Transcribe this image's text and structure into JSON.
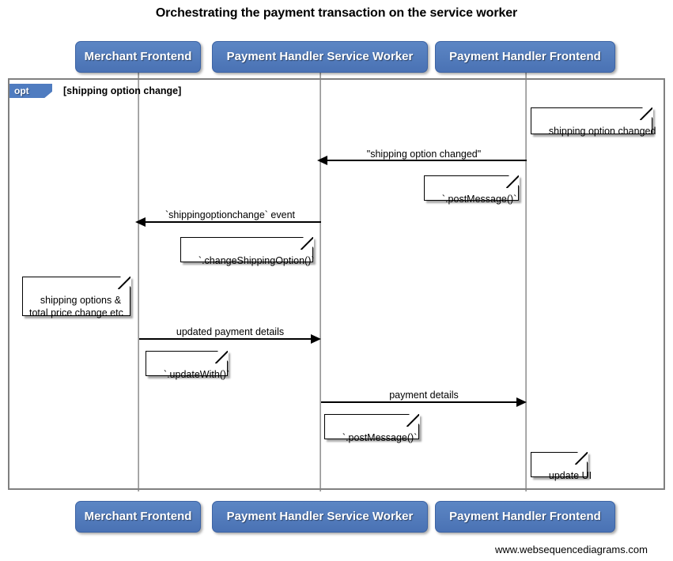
{
  "title": "Orchestrating the payment transaction on the service worker",
  "footer": "www.websequencediagrams.com",
  "participants": [
    {
      "name": "Merchant Frontend"
    },
    {
      "name": "Payment Handler Service Worker"
    },
    {
      "name": "Payment Handler Frontend"
    }
  ],
  "fragment": {
    "kind": "opt",
    "condition": "[shipping option change]"
  },
  "messages": [
    {
      "label": "\"shipping option changed\"",
      "from": 2,
      "to": 1,
      "direction": "left"
    },
    {
      "label": "`shippingoptionchange` event",
      "from": 1,
      "to": 0,
      "direction": "left"
    },
    {
      "label": "updated payment details",
      "from": 0,
      "to": 1,
      "direction": "right"
    },
    {
      "label": "payment details",
      "from": 1,
      "to": 2,
      "direction": "right"
    }
  ],
  "notes": [
    {
      "text": "shipping option changed",
      "lifeline": 2
    },
    {
      "text": "`.postMessage()`",
      "lifeline": 1
    },
    {
      "text": "`.changeShippingOption()`",
      "lifeline": 1
    },
    {
      "text": "shipping options &\ntotal price change etc",
      "lifeline": 0
    },
    {
      "text": "`.updateWith()`",
      "lifeline": 0
    },
    {
      "text": "`.postMessage()`",
      "lifeline": 1
    },
    {
      "text": "update UI",
      "lifeline": 2
    }
  ],
  "colors": {
    "participant_fill": "#4f7cc0",
    "participant_border": "#3c63a4",
    "frame_border": "#808080",
    "lifeline": "#9a9a9a",
    "arrow": "#000000",
    "note_fill": "#ffffff",
    "text": "#000000"
  }
}
